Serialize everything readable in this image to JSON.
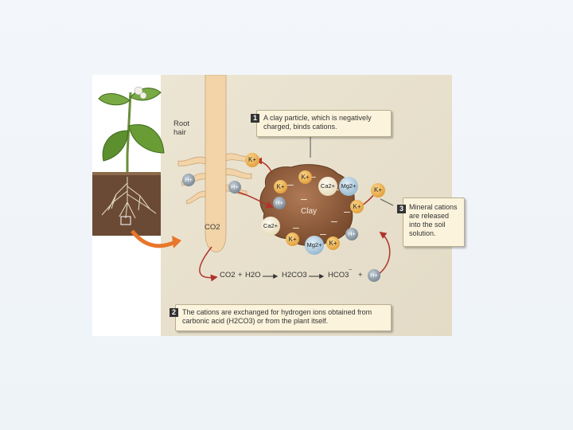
{
  "labels": {
    "root_hair": "Root\nhair",
    "co2_root": "CO2",
    "clay": "Clay"
  },
  "callouts": [
    {
      "num": "1",
      "text": "A clay particle, which is negatively charged, binds cations."
    },
    {
      "num": "2",
      "text": "The cations are exchanged for hydrogen ions obtained from carbonic acid (H2CO3) or from the plant itself."
    },
    {
      "num": "3",
      "text": "Mineral cations are released into the soil solution."
    }
  ],
  "equation": {
    "co2": "CO2",
    "plus1": "+",
    "h2o": "H2O",
    "h2co3": "H2CO3",
    "hco3": "HCO3",
    "hco3_sup": "−",
    "plus2": "+"
  },
  "ions": {
    "k": "K+",
    "h": "H+",
    "ca": "Ca2+",
    "mg": "Mg2+"
  },
  "colors": {
    "clay": "#8a5a3a",
    "soil": "#6b4a35",
    "root": "#f2d4a8",
    "k_ion": "#e8a33a",
    "h_ion": "#7d8c99",
    "ca_ion": "#f2ead0",
    "mg_ion": "#a9c7da",
    "arrow": "#b0332b",
    "callout_bg": "#fbf3dc"
  }
}
